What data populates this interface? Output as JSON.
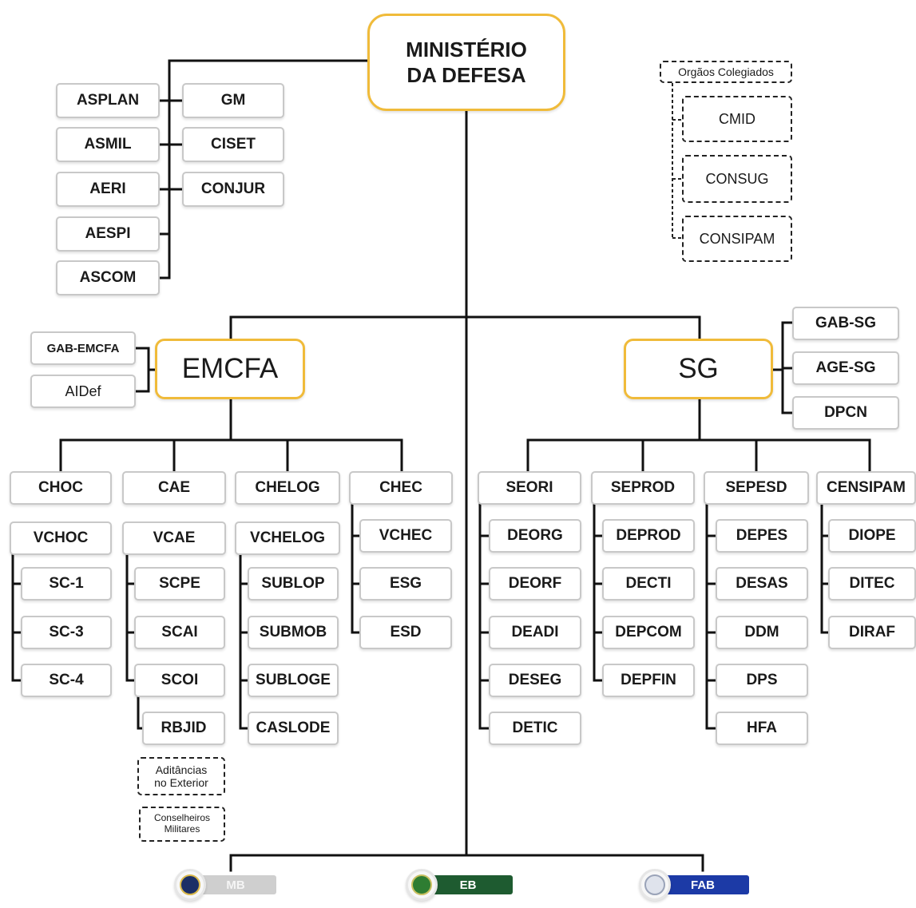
{
  "top": {
    "line1": "MINISTÉRIO",
    "line2": "DA DEFESA"
  },
  "direct_units": {
    "left": [
      "ASPLAN",
      "ASMIL",
      "AERI",
      "AESPI",
      "ASCOM"
    ],
    "right": [
      "GM",
      "CISET",
      "CONJUR"
    ]
  },
  "colegiados": {
    "title": "Orgãos Colegiados",
    "items": [
      "CMID",
      "CONSUG",
      "CONSIPAM"
    ]
  },
  "emcfa": {
    "label": "EMCFA",
    "side": [
      "GAB-EMCFA",
      "AIDef"
    ],
    "chiefs": [
      {
        "name": "CHOC",
        "vice": "VCHOC",
        "subs": [
          "SC-1",
          "SC-3",
          "SC-4"
        ]
      },
      {
        "name": "CAE",
        "vice": "VCAE",
        "subs": [
          "SCPE",
          "SCAI",
          "SCOI"
        ],
        "extra": "RBJID"
      },
      {
        "name": "CHELOG",
        "vice": "VCHELOG",
        "subs": [
          "SUBLOP",
          "SUBMOB",
          "SUBLOGE",
          "CASLODE"
        ]
      },
      {
        "name": "CHEC",
        "subs": [
          "VCHEC",
          "ESG",
          "ESD"
        ]
      }
    ],
    "notes": [
      {
        "line1": "Aditâncias",
        "line2": "no Exterior"
      },
      {
        "line1": "Conselheiros",
        "line2": "Militares"
      }
    ]
  },
  "sg": {
    "label": "SG",
    "side": [
      "GAB-SG",
      "AGE-SG",
      "DPCN"
    ],
    "secretariats": [
      {
        "name": "SEORI",
        "subs": [
          "DEORG",
          "DEORF",
          "DEADI",
          "DESEG",
          "DETIC"
        ]
      },
      {
        "name": "SEPROD",
        "subs": [
          "DEPROD",
          "DECTI",
          "DEPCOM",
          "DEPFIN"
        ]
      },
      {
        "name": "SEPESD",
        "subs": [
          "DEPES",
          "DESAS",
          "DDM",
          "DPS",
          "HFA"
        ]
      },
      {
        "name": "CENSIPAM",
        "subs": [
          "DIOPE",
          "DITEC",
          "DIRAF"
        ]
      }
    ]
  },
  "forces": [
    {
      "label": "MB",
      "color": "#cfcfcf",
      "emblem": "navy-emblem-icon",
      "emblem_color": "#1c2f66"
    },
    {
      "label": "EB",
      "color": "#1e5b30",
      "emblem": "army-emblem-icon",
      "emblem_color": "#2e7d32"
    },
    {
      "label": "FAB",
      "color": "#1c3aa6",
      "emblem": "air-force-emblem-icon",
      "emblem_color": "#9aa3b8"
    }
  ],
  "colors": {
    "accent": "#f0bb3a",
    "box_border": "#c8c8c8",
    "line": "#111111",
    "flag": [
      "#cfcfcf",
      "#1e6b3a",
      "#1c3aa6"
    ]
  }
}
